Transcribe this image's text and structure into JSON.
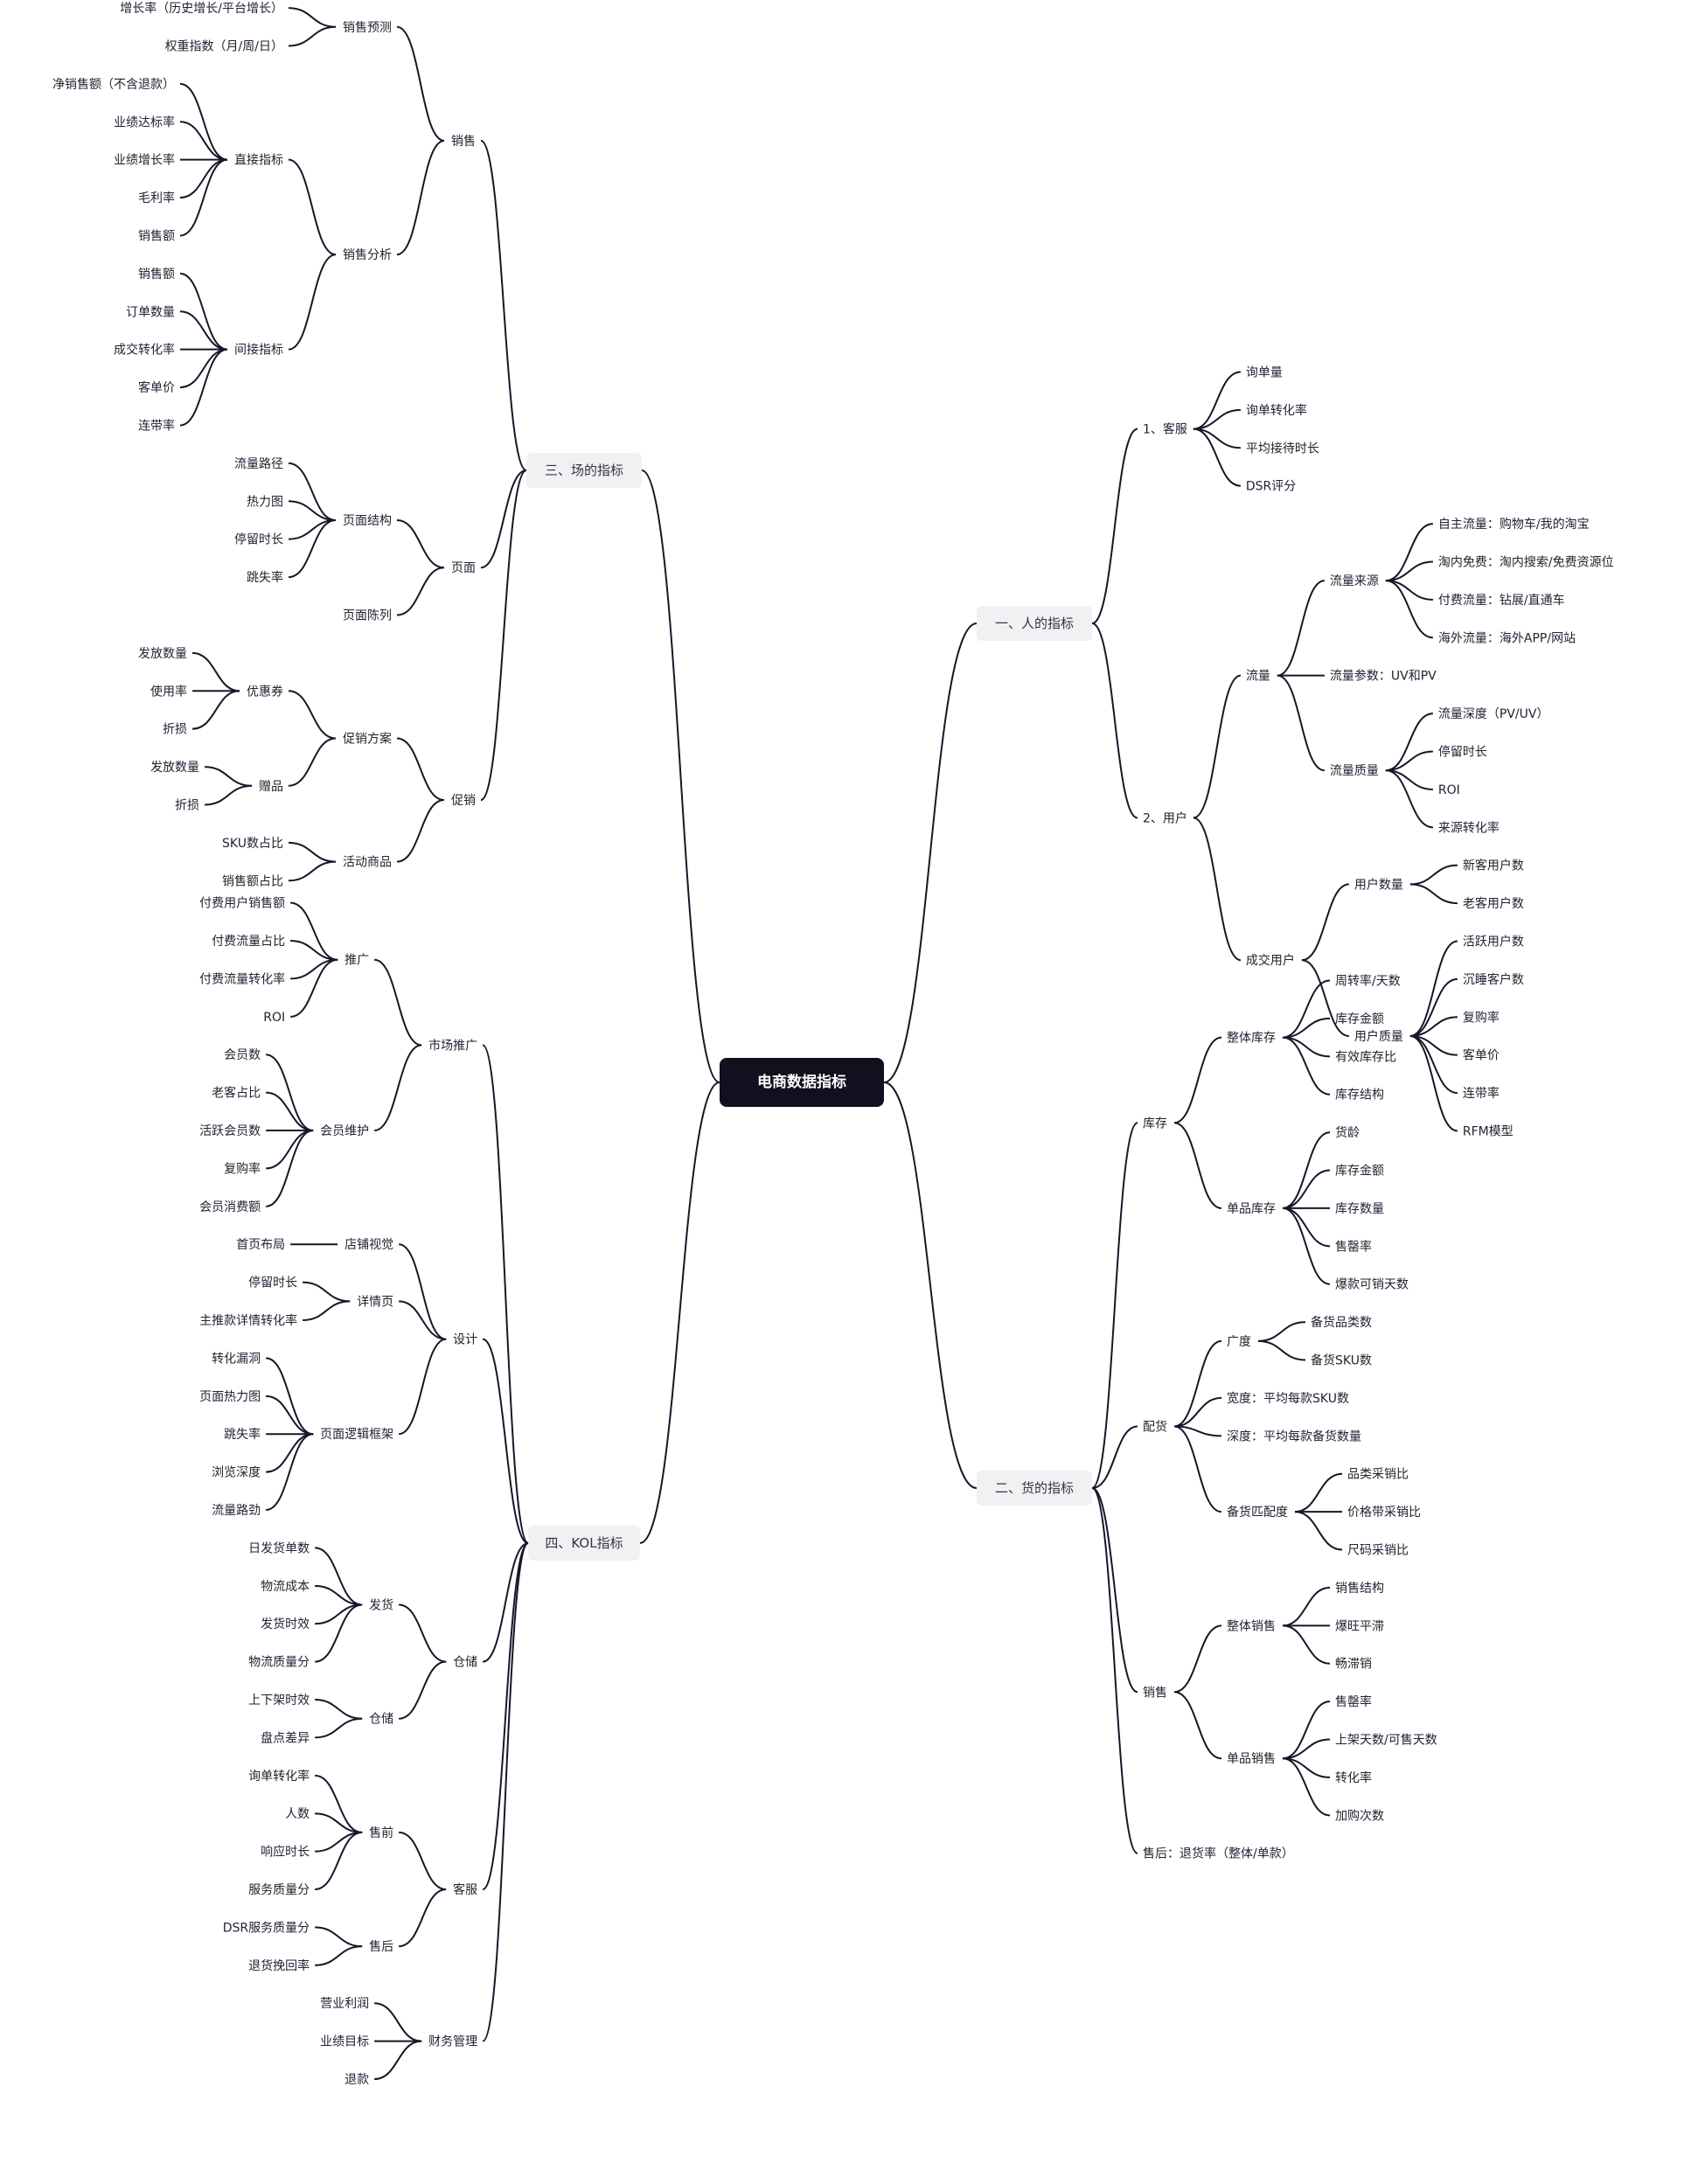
{
  "root": "电商数据指标",
  "branches": [
    {
      "label": "一、人的指标",
      "children": [
        {
          "label": "1、客服",
          "children": [
            {
              "label": "询单量"
            },
            {
              "label": "询单转化率"
            },
            {
              "label": "平均接待时长"
            },
            {
              "label": "DSR评分"
            }
          ]
        },
        {
          "label": "2、用户",
          "children": [
            {
              "label": "流量",
              "children": [
                {
                  "label": "流量来源",
                  "children": [
                    {
                      "label": "自主流量：购物车/我的淘宝"
                    },
                    {
                      "label": "淘内免费：淘内搜索/免费资源位"
                    },
                    {
                      "label": "付费流量：钻展/直通车"
                    },
                    {
                      "label": "海外流量：海外APP/网站"
                    }
                  ]
                },
                {
                  "label": "流量参数：UV和PV"
                },
                {
                  "label": "流量质量",
                  "children": [
                    {
                      "label": "流量深度（PV/UV）"
                    },
                    {
                      "label": "停留时长"
                    },
                    {
                      "label": "ROI"
                    },
                    {
                      "label": "来源转化率"
                    }
                  ]
                }
              ]
            },
            {
              "label": "成交用户",
              "children": [
                {
                  "label": "用户数量",
                  "children": [
                    {
                      "label": "新客用户数"
                    },
                    {
                      "label": "老客用户数"
                    }
                  ]
                },
                {
                  "label": "用户质量",
                  "children": [
                    {
                      "label": "活跃用户数"
                    },
                    {
                      "label": "沉睡客户数"
                    },
                    {
                      "label": "复购率"
                    },
                    {
                      "label": "客单价"
                    },
                    {
                      "label": "连带率"
                    },
                    {
                      "label": "RFM模型"
                    }
                  ]
                }
              ]
            }
          ]
        }
      ]
    },
    {
      "label": "二、货的指标",
      "children": [
        {
          "label": "库存",
          "children": [
            {
              "label": "整体库存",
              "children": [
                {
                  "label": "周转率/天数"
                },
                {
                  "label": "库存金额"
                },
                {
                  "label": "有效库存比"
                },
                {
                  "label": "库存结构"
                }
              ]
            },
            {
              "label": "单品库存",
              "children": [
                {
                  "label": "货龄"
                },
                {
                  "label": "库存金额"
                },
                {
                  "label": "库存数量"
                },
                {
                  "label": "售罄率"
                },
                {
                  "label": "爆款可销天数"
                }
              ]
            }
          ]
        },
        {
          "label": "配货",
          "children": [
            {
              "label": "广度",
              "children": [
                {
                  "label": "备货品类数"
                },
                {
                  "label": "备货SKU数"
                }
              ]
            },
            {
              "label": "宽度：平均每款SKU数"
            },
            {
              "label": "深度：平均每款备货数量"
            },
            {
              "label": "备货匹配度",
              "children": [
                {
                  "label": "品类采销比"
                },
                {
                  "label": "价格带采销比"
                },
                {
                  "label": "尺码采销比"
                }
              ]
            }
          ]
        },
        {
          "label": "销售",
          "children": [
            {
              "label": "整体销售",
              "children": [
                {
                  "label": "销售结构"
                },
                {
                  "label": "爆旺平滞"
                },
                {
                  "label": "畅滞销"
                }
              ]
            },
            {
              "label": "单品销售",
              "children": [
                {
                  "label": "售罄率"
                },
                {
                  "label": "上架天数/可售天数"
                },
                {
                  "label": "转化率"
                },
                {
                  "label": "加购次数"
                }
              ]
            }
          ]
        },
        {
          "label": "售后：退货率（整体/单款）"
        }
      ]
    },
    {
      "label": "三、场的指标",
      "children": [
        {
          "label": "销售",
          "children": [
            {
              "label": "销售预测",
              "children": [
                {
                  "label": "增长率（历史增长/平台增长）"
                },
                {
                  "label": "权重指数（月/周/日）"
                }
              ]
            },
            {
              "label": "销售分析",
              "children": [
                {
                  "label": "直接指标",
                  "children": [
                    {
                      "label": "净销售额（不含退款）"
                    },
                    {
                      "label": "业绩达标率"
                    },
                    {
                      "label": "业绩增长率"
                    },
                    {
                      "label": "毛利率"
                    },
                    {
                      "label": "销售额"
                    }
                  ]
                },
                {
                  "label": "间接指标",
                  "children": [
                    {
                      "label": "销售额"
                    },
                    {
                      "label": "订单数量"
                    },
                    {
                      "label": "成交转化率"
                    },
                    {
                      "label": "客单价"
                    },
                    {
                      "label": "连带率"
                    }
                  ]
                }
              ]
            }
          ]
        },
        {
          "label": "页面",
          "children": [
            {
              "label": "页面结构",
              "children": [
                {
                  "label": "流量路径"
                },
                {
                  "label": "热力图"
                },
                {
                  "label": "停留时长"
                },
                {
                  "label": "跳失率"
                }
              ]
            },
            {
              "label": "页面陈列"
            }
          ]
        },
        {
          "label": "促销",
          "children": [
            {
              "label": "促销方案",
              "children": [
                {
                  "label": "优惠券",
                  "children": [
                    {
                      "label": "发放数量"
                    },
                    {
                      "label": "使用率"
                    },
                    {
                      "label": "折损"
                    }
                  ]
                },
                {
                  "label": "赠品",
                  "children": [
                    {
                      "label": "发放数量"
                    },
                    {
                      "label": "折损"
                    }
                  ]
                }
              ]
            },
            {
              "label": "活动商品",
              "children": [
                {
                  "label": "SKU数占比"
                },
                {
                  "label": "销售额占比"
                }
              ]
            }
          ]
        }
      ]
    },
    {
      "label": "四、KOL指标",
      "children": [
        {
          "label": "市场推广",
          "children": [
            {
              "label": "推广",
              "children": [
                {
                  "label": "付费用户销售额"
                },
                {
                  "label": "付费流量占比"
                },
                {
                  "label": "付费流量转化率"
                },
                {
                  "label": "ROI"
                }
              ]
            },
            {
              "label": "会员维护",
              "children": [
                {
                  "label": "会员数"
                },
                {
                  "label": "老客占比"
                },
                {
                  "label": "活跃会员数"
                },
                {
                  "label": "复购率"
                },
                {
                  "label": "会员消费额"
                }
              ]
            }
          ]
        },
        {
          "label": "设计",
          "children": [
            {
              "label": "店铺视觉",
              "children": [
                {
                  "label": "首页布局"
                }
              ]
            },
            {
              "label": "详情页",
              "children": [
                {
                  "label": "停留时长"
                },
                {
                  "label": "主推款详情转化率"
                }
              ]
            },
            {
              "label": "页面逻辑框架",
              "children": [
                {
                  "label": "转化漏洞"
                },
                {
                  "label": "页面热力图"
                },
                {
                  "label": "跳失率"
                },
                {
                  "label": "浏览深度"
                },
                {
                  "label": "流量路劲"
                }
              ]
            }
          ]
        },
        {
          "label": "仓储",
          "children": [
            {
              "label": "发货",
              "children": [
                {
                  "label": "日发货单数"
                },
                {
                  "label": "物流成本"
                },
                {
                  "label": "发货时效"
                },
                {
                  "label": "物流质量分"
                }
              ]
            },
            {
              "label": "仓储",
              "children": [
                {
                  "label": "上下架时效"
                },
                {
                  "label": "盘点差异"
                }
              ]
            }
          ]
        },
        {
          "label": "客服",
          "children": [
            {
              "label": "售前",
              "children": [
                {
                  "label": "询单转化率"
                },
                {
                  "label": "人数"
                },
                {
                  "label": "响应时长"
                },
                {
                  "label": "服务质量分"
                }
              ]
            },
            {
              "label": "售后",
              "children": [
                {
                  "label": "DSR服务质量分"
                },
                {
                  "label": "退货挽回率"
                }
              ]
            }
          ]
        },
        {
          "label": "财务管理",
          "children": [
            {
              "label": "营业利润"
            },
            {
              "label": "业绩目标"
            },
            {
              "label": "退款"
            }
          ]
        }
      ]
    }
  ]
}
